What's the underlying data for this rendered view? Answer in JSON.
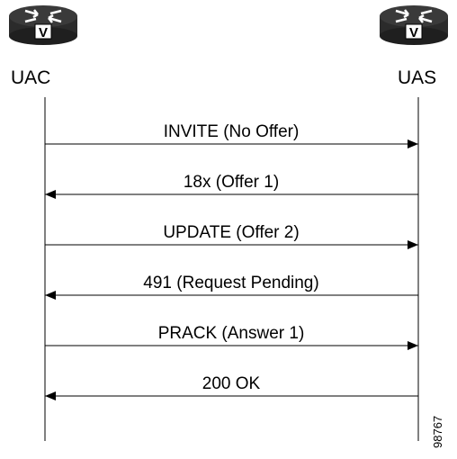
{
  "nodes": {
    "left": {
      "label": "UAC",
      "router_badge": "V"
    },
    "right": {
      "label": "UAS",
      "router_badge": "V"
    }
  },
  "messages": [
    {
      "label": "INVITE (No Offer)",
      "direction": "right"
    },
    {
      "label": "18x (Offer 1)",
      "direction": "left"
    },
    {
      "label": "UPDATE (Offer 2)",
      "direction": "right"
    },
    {
      "label": "491 (Request Pending)",
      "direction": "left"
    },
    {
      "label": "PRACK (Answer 1)",
      "direction": "right"
    },
    {
      "label": "200 OK",
      "direction": "left"
    }
  ],
  "figure_id": "98767",
  "colors": {
    "router_body": "#2b2b2b",
    "router_top": "#3a3a3a",
    "line": "#000000"
  }
}
